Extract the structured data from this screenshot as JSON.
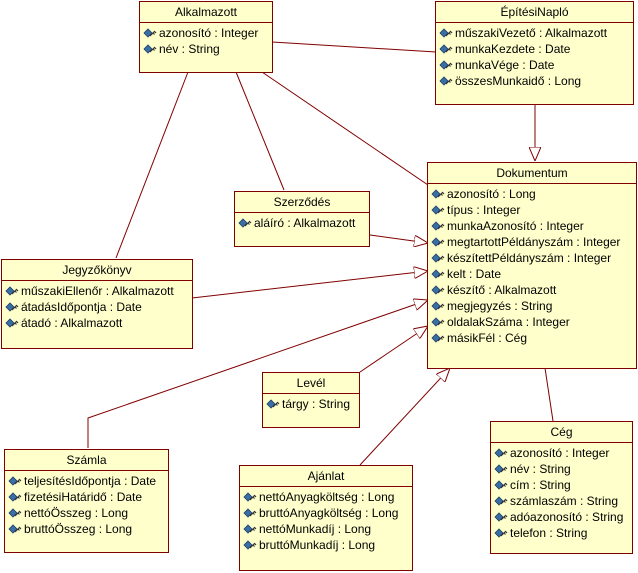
{
  "colors": {
    "box_fill": "#ffffcc",
    "box_border": "#800000",
    "line": "#800000",
    "icon": "#3a6ea5"
  },
  "classes": {
    "alkalmazott": {
      "name": "Alkalmazott",
      "attributes": [
        "azonosító : Integer",
        "név : String"
      ]
    },
    "epitesinaplo": {
      "name": "ÉpítésiNapló",
      "attributes": [
        "műszakiVezető : Alkalmazott",
        "munkaKezdete : Date",
        "munkaVége : Date",
        "összesMunkaidő : Long"
      ]
    },
    "szerzodes": {
      "name": "Szerződés",
      "attributes": [
        "aláíró : Alkalmazott"
      ]
    },
    "dokumentum": {
      "name": "Dokumentum",
      "attributes": [
        "azonosító : Long",
        "típus : Integer",
        "munkaAzonosító : Integer",
        "megtartottPéldányszám : Integer",
        "készítettPéldányszám : Integer",
        "kelt : Date",
        "készítő : Alkalmazott",
        "megjegyzés : String",
        "oldalakSzáma : Integer",
        "másikFél : Cég"
      ]
    },
    "jegyzokonyv": {
      "name": "Jegyzőkönyv",
      "attributes": [
        "műszakiEllenőr : Alkalmazott",
        "átadásIdőpontja : Date",
        "átadó : Alkalmazott"
      ]
    },
    "level": {
      "name": "Levél",
      "attributes": [
        "tárgy : String"
      ]
    },
    "szamla": {
      "name": "Számla",
      "attributes": [
        "teljesítésIdőpontja : Date",
        "fizetésiHatáridő : Date",
        "nettóÖsszeg : Long",
        "bruttóÖsszeg : Long"
      ]
    },
    "ajanlat": {
      "name": "Ajánlat",
      "attributes": [
        "nettóAnyagköltség : Long",
        "bruttóAnyagköltség : Long",
        "nettóMunkadíj : Long",
        "bruttóMunkadíj : Long"
      ]
    },
    "ceg": {
      "name": "Cég",
      "attributes": [
        "azonosító : Integer",
        "név : String",
        "cím : String",
        "számlaszám : String",
        "adóazonosító : String",
        "telefon : String"
      ]
    }
  }
}
